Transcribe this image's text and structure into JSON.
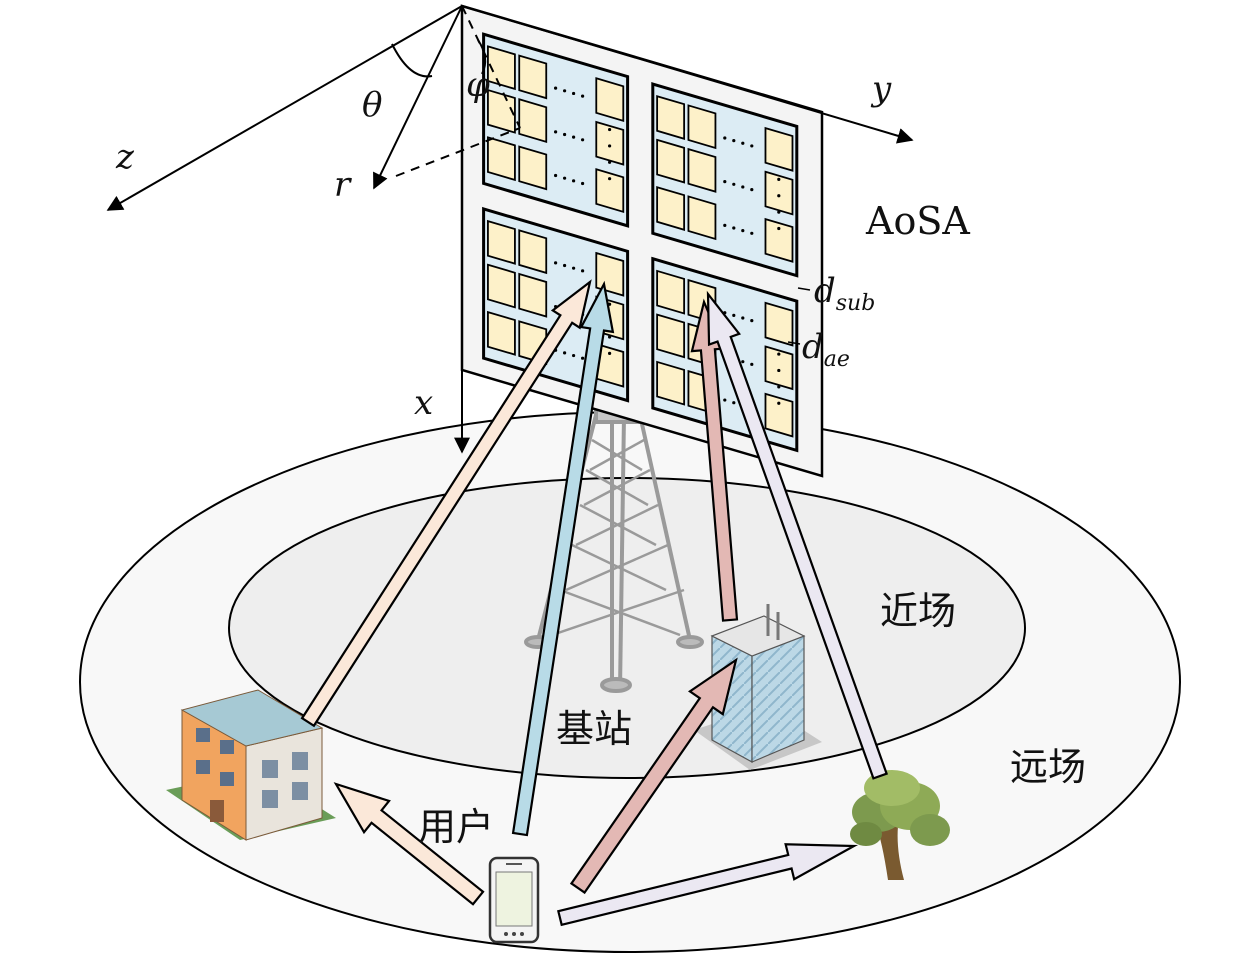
{
  "axes": {
    "x": "x",
    "y": "y",
    "z": "z",
    "r": "r",
    "theta": "θ",
    "phi": "φ"
  },
  "array": {
    "name": "AoSA",
    "d_sub": {
      "main": "d",
      "sub": "sub"
    },
    "d_ae": {
      "main": "d",
      "sub": "ae"
    }
  },
  "regions": {
    "near_field": "近场",
    "far_field": "远场"
  },
  "nodes": {
    "base_station": "基站",
    "user": "用户"
  },
  "colors": {
    "panel": "#f4f4f4",
    "subarray": "#dcecf4",
    "element": "#fdf1c9",
    "far_field_fill": "#f8f8f8",
    "near_field_fill": "#eeeeee",
    "arrow_peach": "#fbe8d9",
    "arrow_blue": "#b8dbe7",
    "arrow_pink": "#e3b8b4",
    "arrow_lavender": "#ebe8f2"
  },
  "icons": [
    "cell-tower-icon",
    "house-icon",
    "office-building-icon",
    "tree-icon",
    "smartphone-icon"
  ]
}
